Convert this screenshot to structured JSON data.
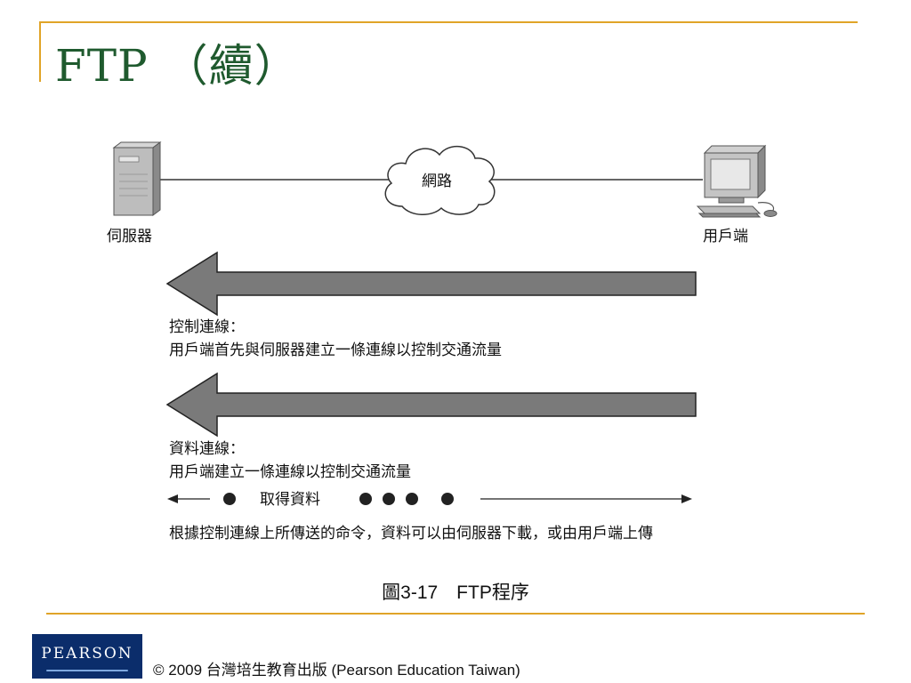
{
  "slide": {
    "title": "FTP （續）"
  },
  "diagram": {
    "server_label": "伺服器",
    "network_label": "網路",
    "client_label": "用戶端",
    "control_title": "控制連線：",
    "control_desc": "用戶端首先與伺服器建立一條連線以控制交通流量",
    "data_title": "資料連線：",
    "data_desc": "用戶端建立一條連線以控制交通流量",
    "get_data_label": "取得資料",
    "transfer_desc": "根據控制連線上所傳送的命令，資料可以由伺服器下載，或由用戶端上傳"
  },
  "figure": {
    "caption": "圖3-17　FTP程序"
  },
  "footer": {
    "logo_text": "PEARSON",
    "copyright": "© 2009 台灣培生教育出版 (Pearson Education Taiwan)"
  },
  "colors": {
    "accent_rule": "#e0a428",
    "title": "#1f5a2e",
    "arrow_fill": "#7a7a7a",
    "logo_bg": "#0b2d6b"
  }
}
